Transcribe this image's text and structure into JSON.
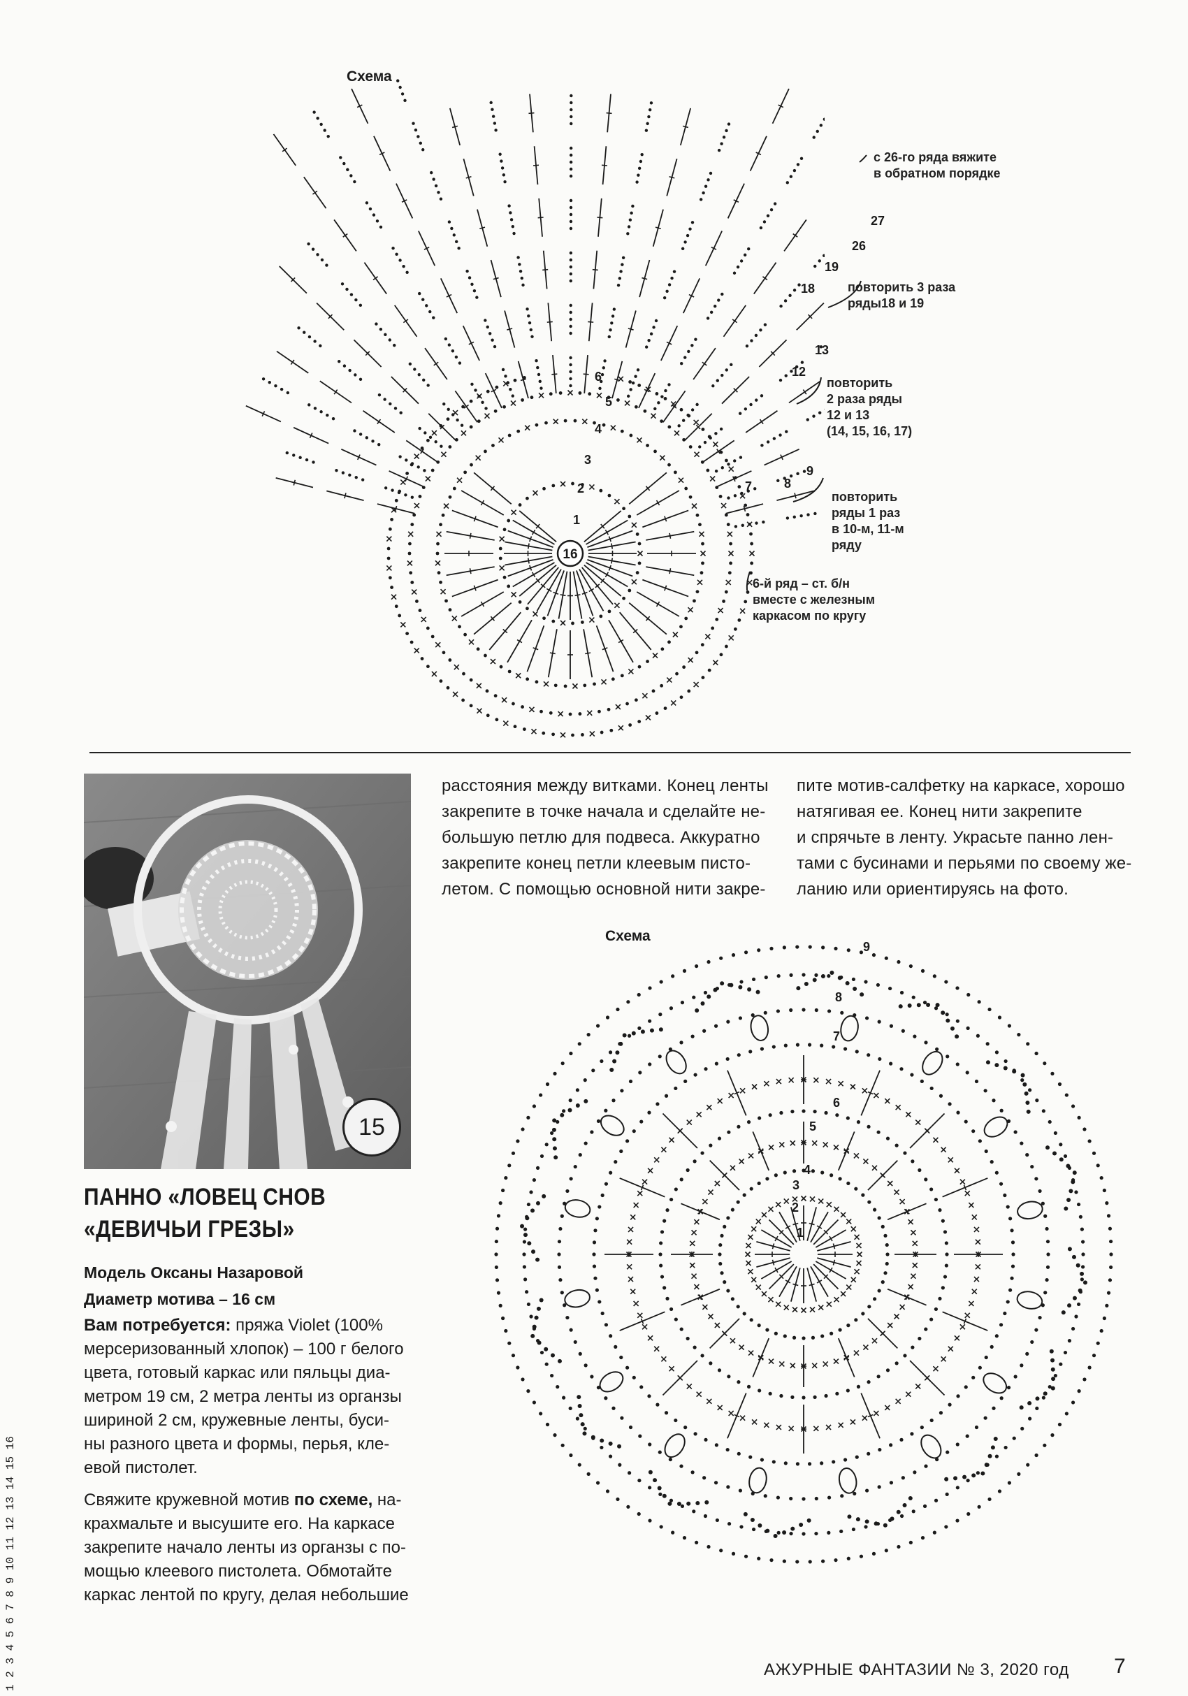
{
  "top_schema": {
    "label": "Схема",
    "center_number": "16",
    "row_numbers": [
      "6",
      "5",
      "4",
      "3",
      "2",
      "1",
      "7",
      "8",
      "9",
      "12",
      "13",
      "18",
      "19",
      "26",
      "27"
    ],
    "notes": {
      "reverse_order": [
        "с 26-го ряда вяжите",
        "в обратном порядке"
      ],
      "repeat_18_19": [
        "повторить 3 раза",
        "ряды18 и 19"
      ],
      "repeat_12_13": [
        "повторить",
        "2 раза ряды",
        "12 и 13",
        "(14, 15, 16, 17)"
      ],
      "repeat_rows": [
        "повторить",
        "ряды 1 раз",
        "в 10-м, 11-м",
        "ряду"
      ],
      "row6": [
        "6-й ряд – ст. б/н",
        "вместе с железным",
        "каркасом по кругу"
      ]
    }
  },
  "bottom_schema": {
    "label": "Схема",
    "row_numbers": [
      "1",
      "2",
      "3",
      "4",
      "5",
      "6",
      "7",
      "8",
      "9"
    ]
  },
  "middle_columns": {
    "col1": [
      "расстояния между витками. Конец ленты",
      "закрепите в точке начала и сделайте не-",
      "большую петлю для подвеса. Аккуратно",
      "закрепите конец петли клеевым писто-",
      "летом. С помощью основной нити закре-"
    ],
    "col2": [
      "пите мотив-салфетку на каркасе, хорошо",
      "натягивая ее. Конец нити закрепите",
      "и спрячьте в ленту. Украсьте панно лен-",
      "тами с бусинами и перьями по своему же-",
      "ланию или ориентируясь на фото."
    ]
  },
  "photo": {
    "badge": "15",
    "alt": "photo-dreamcatcher"
  },
  "article": {
    "title_line1": "ПАННО «ЛОВЕЦ СНОВ",
    "title_line2": "«ДЕВИЧЬИ ГРЕЗЫ»",
    "author": "Модель Оксаны Назаровой",
    "diameter": "Диаметр мотива – 16 см",
    "needs_label": "Вам потребуется:",
    "needs_lines": [
      " пряжа Violet (100%",
      "мерсеризованный хлопок) – 100 г белого",
      "цвета, готовый каркас или пяльцы диа-",
      "метром 19 см, 2 метра ленты из органзы",
      "шириной 2 см, кружевные ленты, буси-",
      "ны разного цвета и формы, перья, кле-",
      "евой пистолет."
    ],
    "instr_line1_a": "Свяжите кружевной мотив ",
    "instr_line1_b": "по схеме,",
    "instr_line1_c": " на-",
    "instr_lines": [
      "крахмальте и высушите его. На каркасе",
      "закрепите начало ленты из органзы с по-",
      "мощью клеевого пистолета. Обмотайте",
      "каркас лентой по кругу, делая небольшие"
    ]
  },
  "side_ruler": "1 2 3 4 5 6 7 8 9 10 11 12 13 14 15 16",
  "footer": {
    "magazine": "АЖУРНЫЕ ФАНТАЗИИ № 3, 2020 год",
    "page": "7"
  },
  "colors": {
    "ink": "#1a1a1a",
    "paper": "#fbfbf9"
  }
}
